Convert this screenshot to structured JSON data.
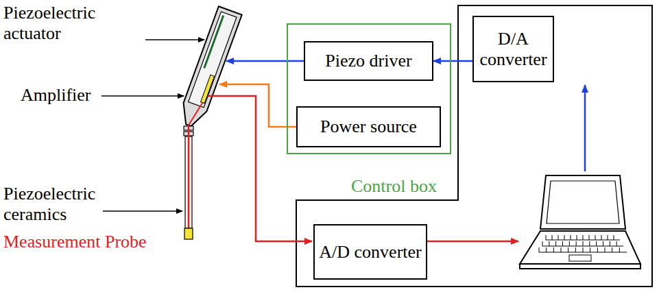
{
  "diagram": {
    "nodes": [
      {
        "text": [
          "Control box"
        ]
      },
      {
        "text": [
          "Piezo driver"
        ],
        "in": 0
      },
      {
        "text": [
          "Power source"
        ],
        "in": 0
      },
      {
        "text": [
          "D/A converter"
        ]
      },
      {
        "text": [
          "A/D converter"
        ]
      }
    ],
    "edges": [
      {
        "from": 3,
        "to": 1,
        "arrow": "to"
      }
    ],
    "labels": [
      "Piezoelectric actuator",
      "Amplifier",
      "Piezoelectric ceramics",
      "Measurement Probe"
    ]
  }
}
